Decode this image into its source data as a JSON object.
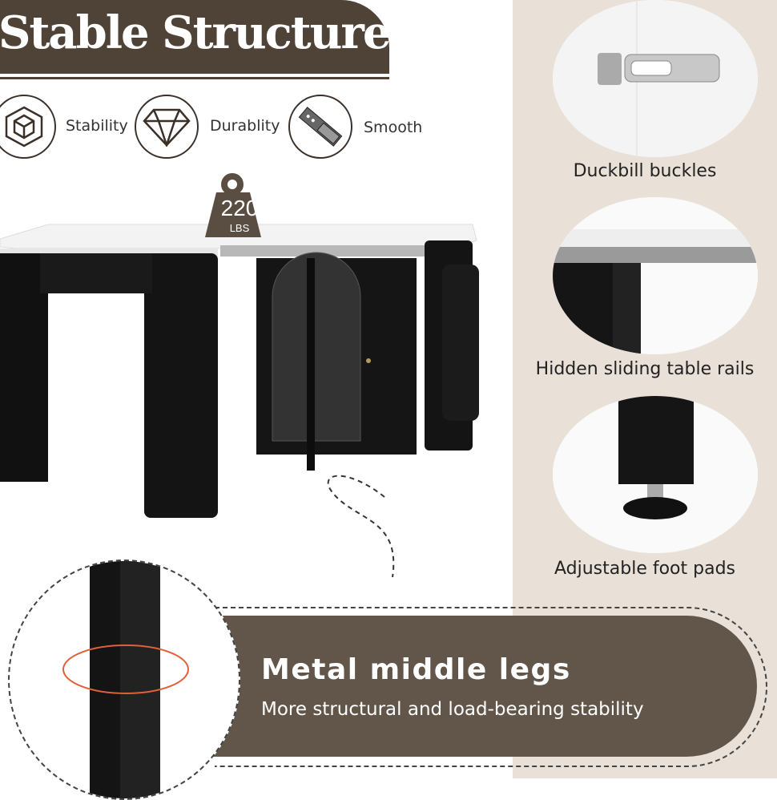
{
  "header": {
    "title": "Stable Structure"
  },
  "features": [
    {
      "label": "Stability",
      "icon": "cube-icon"
    },
    {
      "label": "Durablity",
      "icon": "diamond-icon"
    },
    {
      "label": "Smooth",
      "icon": "slide-rail-icon"
    }
  ],
  "weight_badge": {
    "value": "220",
    "unit": "LBS"
  },
  "details": [
    {
      "label": "Duckbill buckles"
    },
    {
      "label": "Hidden sliding table rails"
    },
    {
      "label": "Adjustable foot pads"
    }
  ],
  "callout": {
    "title": "Metal middle legs",
    "subtitle": "More structural and load-bearing stability"
  },
  "colors": {
    "brown_dark": "#4f4236",
    "brown_panel": "#62564a",
    "beige": "#e9e1d8",
    "accent_ring": "#e0603a"
  }
}
